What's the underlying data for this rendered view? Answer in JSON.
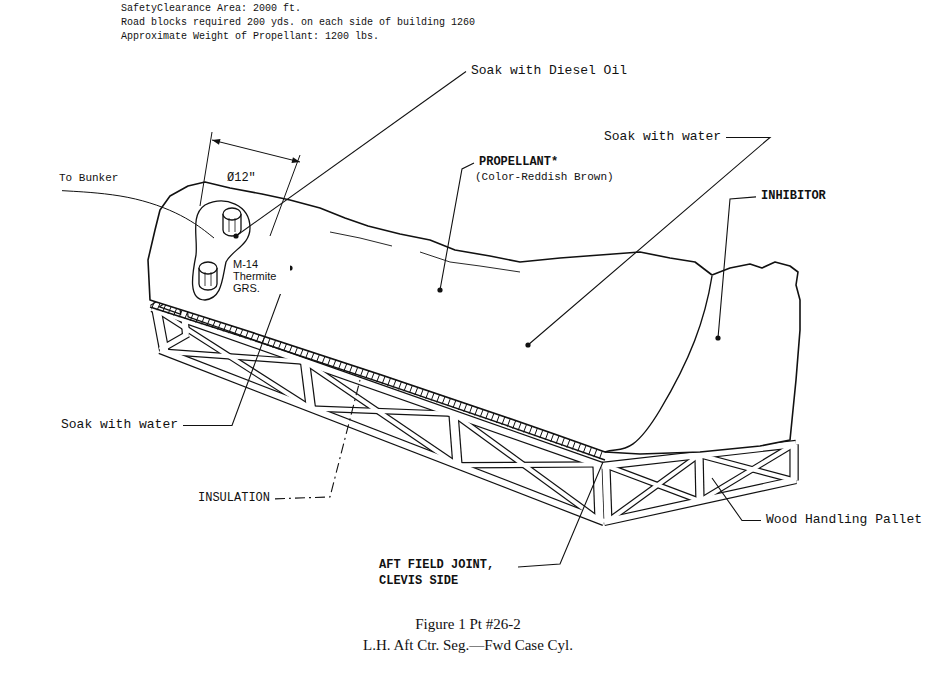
{
  "diagram": {
    "caption": "Figure 1 Pt #26-2",
    "labels": [
      "SafetyClearance Area: 2000 ft.",
      "Road blocks required 200 yds. on each side of building 1260",
      "Approximate Weight of Propellant: 1200 lbs.",
      "Soak with Diesel Oil",
      "Soak with water",
      "To Bunker",
      "Ø12\"",
      "PROPELLANT*",
      "(Color-Reddish Brown)",
      "INHIBITOR",
      "M-14 Thermite GRS.",
      "Soak with water",
      "INSULATION",
      "Wood Handling Pallet",
      "AFT FIELD JOINT, CLEVIS SIDE",
      "L.H. Aft Ctr. Seg.—Fwd Case Cyl."
    ]
  }
}
